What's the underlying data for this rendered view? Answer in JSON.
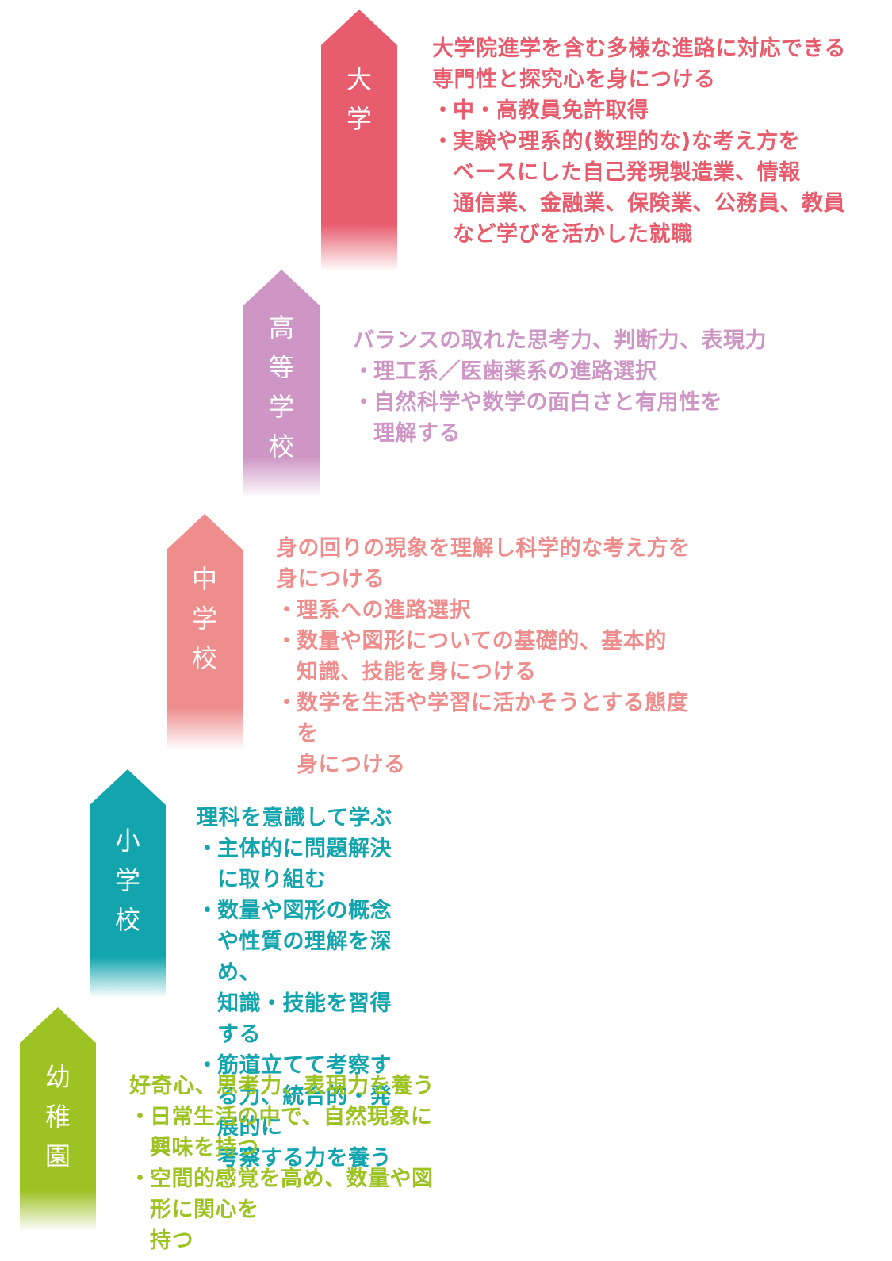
{
  "stages": [
    {
      "id": "university",
      "label": [
        "大",
        "学"
      ],
      "color": "#e85d6e",
      "head": [
        "大学院進学を含む多様な進路に対応できる",
        "専門性と探究心を身につける"
      ],
      "items": [
        [
          "中・高教員免許取得"
        ],
        [
          "実験や理系的(数理的な)な考え方を",
          "ベースにした自己発現製造業、情報",
          "通信業、金融業、保険業、公務員、教員",
          "など学びを活かした就職"
        ]
      ]
    },
    {
      "id": "high-school",
      "label": [
        "高",
        "等",
        "学",
        "校"
      ],
      "color": "#cd96c4",
      "head": [
        "バランスの取れた思考力、判断力、表現力"
      ],
      "items": [
        [
          "理工系／医歯薬系の進路選択"
        ],
        [
          "自然科学や数学の面白さと有用性を",
          "理解する"
        ]
      ]
    },
    {
      "id": "junior-high",
      "label": [
        "中",
        "学",
        "校"
      ],
      "color": "#ef8d8d",
      "head": [
        "身の回りの現象を理解し科学的な考え方を",
        "身につける"
      ],
      "items": [
        [
          "理系への進路選択"
        ],
        [
          "数量や図形についての基礎的、基本的",
          "知識、技能を身につける"
        ],
        [
          "数学を生活や学習に活かそうとする態度を",
          "身につける"
        ]
      ]
    },
    {
      "id": "elementary",
      "label": [
        "小",
        "学",
        "校"
      ],
      "color": "#12a5ae",
      "head": [
        "理科を意識して学ぶ"
      ],
      "items": [
        [
          "主体的に問題解決に取り組む"
        ],
        [
          "数量や図形の概念や性質の理解を深め、",
          "知識・技能を習得する"
        ],
        [
          "筋道立てて考察する力、統合的・発展的に",
          "考察する力を養う"
        ]
      ]
    },
    {
      "id": "kindergarten",
      "label": [
        "幼",
        "稚",
        "園"
      ],
      "color": "#9dc323",
      "head": [
        "好奇心、思考力、表現力を養う"
      ],
      "items": [
        [
          "日常生活の中で、自然現象に興味を持つ"
        ],
        [
          "空間的感覚を高め、数量や図形に関心を",
          "持つ"
        ]
      ]
    }
  ],
  "bullet": "・"
}
